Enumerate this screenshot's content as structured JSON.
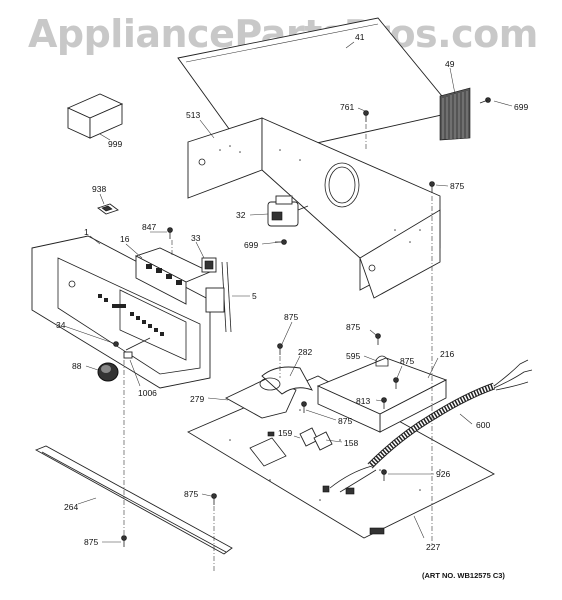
{
  "watermark": "AppliancePartsPros.com",
  "art_no": "(ART NO. WB12575 C3)",
  "callouts": {
    "c41": "41",
    "c49": "49",
    "c699a": "699",
    "c761": "761",
    "c513": "513",
    "c999": "999",
    "c875a": "875",
    "c938": "938",
    "c32": "32",
    "c847": "847",
    "c1": "1",
    "c16": "16",
    "c33": "33",
    "c699b": "699",
    "c5": "5",
    "c34": "34",
    "c875b": "875",
    "c875c": "875",
    "c282": "282",
    "c595": "595",
    "c875d": "875",
    "c216": "216",
    "c88": "88",
    "c1006": "1006",
    "c279": "279",
    "c813": "813",
    "c875e": "875",
    "c600": "600",
    "c159": "159",
    "c158": "158",
    "c926": "926",
    "c264": "264",
    "c875f": "875",
    "c875g": "875",
    "c227": "227"
  }
}
